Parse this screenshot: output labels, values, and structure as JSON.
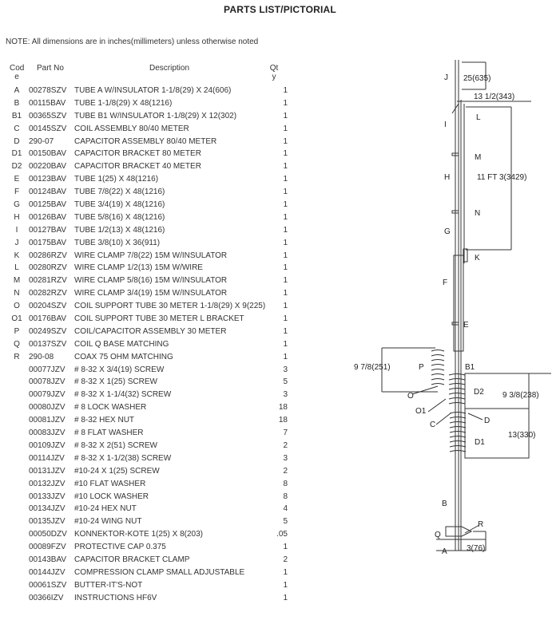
{
  "title": "PARTS LIST/PICTORIAL",
  "note": "NOTE: All dimensions are in inches(millimeters) unless otherwise noted",
  "headers": {
    "code": "Cod\ne",
    "part": "Part No",
    "desc": "Description",
    "qty": "Qt\ny"
  },
  "parts": [
    {
      "code": "A",
      "part": "00278SZV",
      "desc": "TUBE A W/INSULATOR 1-1/8(29) X 24(606)",
      "qty": "1"
    },
    {
      "code": "B",
      "part": "00115BAV",
      "desc": "TUBE 1-1/8(29) X 48(1216)",
      "qty": "1"
    },
    {
      "code": "B1",
      "part": "00365SZV",
      "desc": "TUBE B1 W/INSULATOR 1-1/8(29) X 12(302)",
      "qty": "1"
    },
    {
      "code": "C",
      "part": "00145SZV",
      "desc": "COIL ASSEMBLY 80/40 METER",
      "qty": "1"
    },
    {
      "code": "D",
      "part": "290-07",
      "desc": "CAPACITOR ASSEMBLY 80/40 METER",
      "qty": "1"
    },
    {
      "code": "D1",
      "part": "00150BAV",
      "desc": "CAPACITOR BRACKET 80 METER",
      "qty": "1"
    },
    {
      "code": "D2",
      "part": "00220BAV",
      "desc": "CAPACITOR BRACKET 40 METER",
      "qty": "1"
    },
    {
      "code": "E",
      "part": "00123BAV",
      "desc": "TUBE 1(25) X 48(1216)",
      "qty": "1"
    },
    {
      "code": "F",
      "part": "00124BAV",
      "desc": "TUBE 7/8(22) X 48(1216)",
      "qty": "1"
    },
    {
      "code": "G",
      "part": "00125BAV",
      "desc": "TUBE 3/4(19) X 48(1216)",
      "qty": "1"
    },
    {
      "code": "H",
      "part": "00126BAV",
      "desc": "TUBE 5/8(16) X 48(1216)",
      "qty": "1"
    },
    {
      "code": "I",
      "part": "00127BAV",
      "desc": "TUBE 1/2(13) X 48(1216)",
      "qty": "1"
    },
    {
      "code": "J",
      "part": "00175BAV",
      "desc": "TUBE 3/8(10) X 36(911)",
      "qty": "1"
    },
    {
      "code": "K",
      "part": "00286RZV",
      "desc": "WIRE CLAMP 7/8(22) 15M W/INSULATOR",
      "qty": "1"
    },
    {
      "code": "L",
      "part": "00280RZV",
      "desc": "WIRE CLAMP 1/2(13) 15M W/WIRE",
      "qty": "1"
    },
    {
      "code": "M",
      "part": "00281RZV",
      "desc": "WIRE CLAMP 5/8(16) 15M W/INSULATOR",
      "qty": "1"
    },
    {
      "code": "N",
      "part": "00282RZV",
      "desc": "WIRE CLAMP 3/4(19) 15M W/INSULATOR",
      "qty": "1"
    },
    {
      "code": "O",
      "part": "00204SZV",
      "desc": "COIL SUPPORT TUBE 30 METER  1-1/8(29) X 9(225)",
      "qty": "1"
    },
    {
      "code": "O1",
      "part": "00176BAV",
      "desc": "COIL SUPPORT TUBE 30 METER L BRACKET",
      "qty": "1"
    },
    {
      "code": "P",
      "part": "00249SZV",
      "desc": "COIL/CAPACITOR ASSEMBLY 30 METER",
      "qty": "1"
    },
    {
      "code": "Q",
      "part": "00137SZV",
      "desc": "COIL Q BASE MATCHING",
      "qty": "1"
    },
    {
      "code": "R",
      "part": "290-08",
      "desc": "COAX 75 OHM MATCHING",
      "qty": "1"
    },
    {
      "code": "",
      "part": "00077JZV",
      "desc": "# 8-32 X 3/4(19) SCREW",
      "qty": "3"
    },
    {
      "code": "",
      "part": "00078JZV",
      "desc": "# 8-32 X 1(25) SCREW",
      "qty": "5"
    },
    {
      "code": "",
      "part": "00079JZV",
      "desc": "# 8-32 X 1-1/4(32) SCREW",
      "qty": "3"
    },
    {
      "code": "",
      "part": "00080JZV",
      "desc": "# 8 LOCK WASHER",
      "qty": "18"
    },
    {
      "code": "",
      "part": "00081JZV",
      "desc": "# 8-32 HEX NUT",
      "qty": "18"
    },
    {
      "code": "",
      "part": "00083JZV",
      "desc": "# 8 FLAT WASHER",
      "qty": "7"
    },
    {
      "code": "",
      "part": "00109JZV",
      "desc": "# 8-32 X 2(51) SCREW",
      "qty": "2"
    },
    {
      "code": "",
      "part": "00114JZV",
      "desc": "# 8-32 X 1-1/2(38) SCREW",
      "qty": "3"
    },
    {
      "code": "",
      "part": "00131JZV",
      "desc": "#10-24 X 1(25) SCREW",
      "qty": "2"
    },
    {
      "code": "",
      "part": "00132JZV",
      "desc": "#10 FLAT WASHER",
      "qty": "8"
    },
    {
      "code": "",
      "part": "00133JZV",
      "desc": "#10 LOCK WASHER",
      "qty": "8"
    },
    {
      "code": "",
      "part": "00134JZV",
      "desc": "#10-24 HEX NUT",
      "qty": "4"
    },
    {
      "code": "",
      "part": "00135JZV",
      "desc": "#10-24 WING NUT",
      "qty": "5"
    },
    {
      "code": "",
      "part": "00050DZV",
      "desc": "KONNEKTOR-KOTE 1(25) X 8(203)",
      "qty": ".05"
    },
    {
      "code": "",
      "part": "00089FZV",
      "desc": "PROTECTIVE CAP 0.375",
      "qty": "1"
    },
    {
      "code": "",
      "part": "00143BAV",
      "desc": "CAPACITOR BRACKET CLAMP",
      "qty": "2"
    },
    {
      "code": "",
      "part": "00144JZV",
      "desc": "COMPRESSION CLAMP SMALL ADJUSTABLE",
      "qty": "1"
    },
    {
      "code": "",
      "part": "00061SZV",
      "desc": "BUTTER-IT'S-NOT",
      "qty": "1"
    },
    {
      "code": "",
      "part": "00366IZV",
      "desc": "INSTRUCTIONS HF6V",
      "qty": "1"
    }
  ],
  "diagram": {
    "dim_j": "25(635)",
    "dim_top": "13 1/2(343)",
    "dim_h": "11 FT 3(3429)",
    "dim_p": "9 7/8(251)",
    "dim_d2": "9 3/8(238)",
    "dim_d1": "13(330)",
    "dim_base": "3(76)",
    "labels": {
      "J": "J",
      "I": "I",
      "L": "L",
      "M": "M",
      "H": "H",
      "N": "N",
      "G": "G",
      "K": "K",
      "F": "F",
      "E": "E",
      "P": "P",
      "B1": "B1",
      "O": "O",
      "D2": "D2",
      "O1": "O1",
      "C": "C",
      "D": "D",
      "D1": "D1",
      "B": "B",
      "Q": "Q",
      "R": "R",
      "A": "A"
    }
  }
}
